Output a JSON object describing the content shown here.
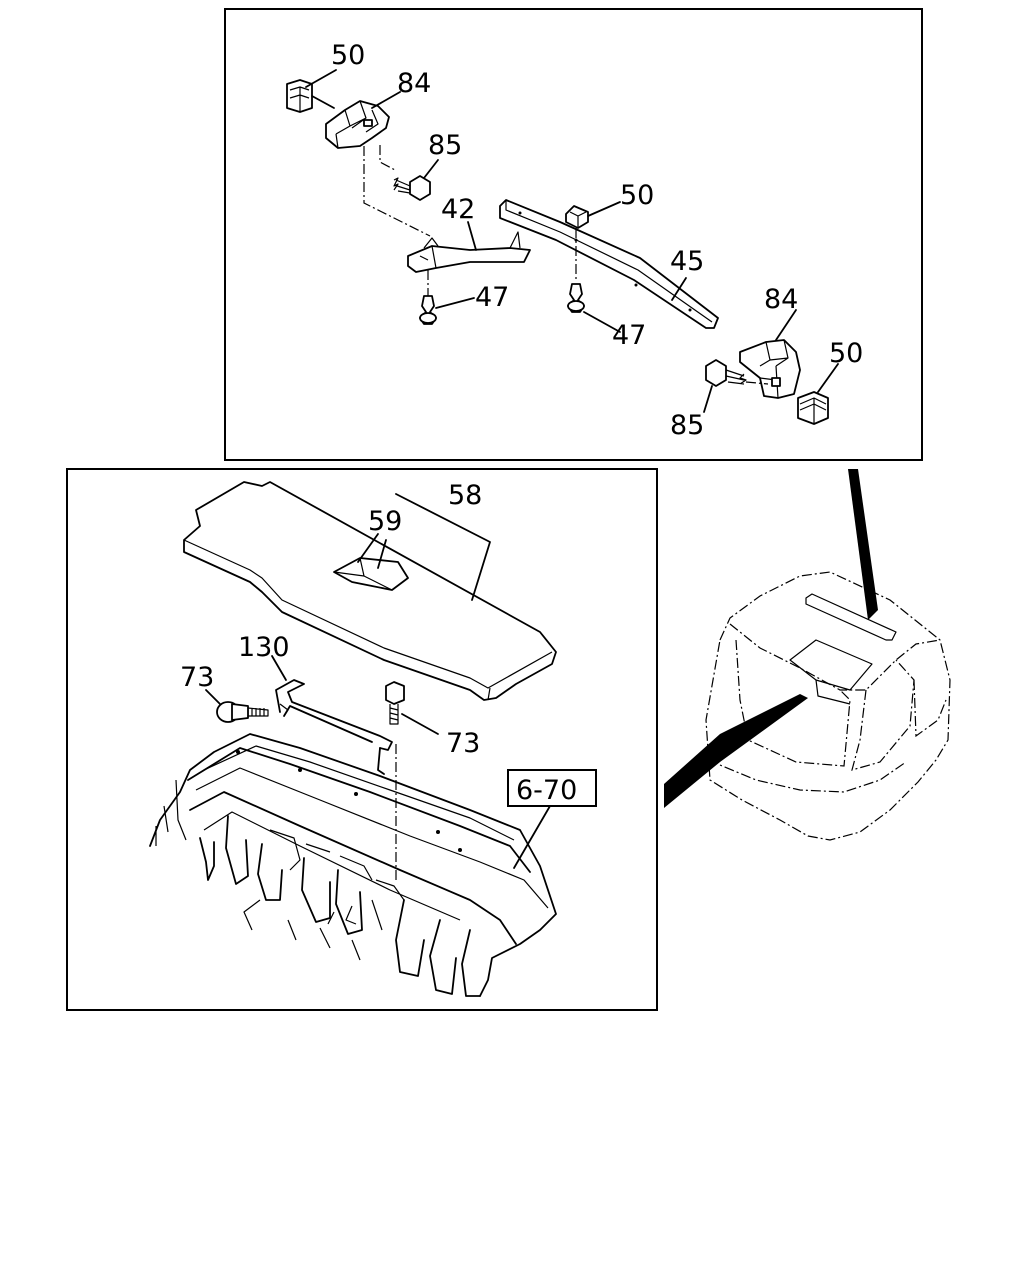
{
  "callouts": {
    "c50_top_left": "50",
    "c84_top_left": "84",
    "c85_top_left": "85",
    "c42": "42",
    "c50_top_mid": "50",
    "c45": "45",
    "c47_left": "47",
    "c47_right": "47",
    "c84_right": "84",
    "c50_right": "50",
    "c85_bottom": "85",
    "c58": "58",
    "c59": "59",
    "c130": "130",
    "c73_left": "73",
    "c73_right": "73",
    "ref_6_70": "6-70"
  }
}
